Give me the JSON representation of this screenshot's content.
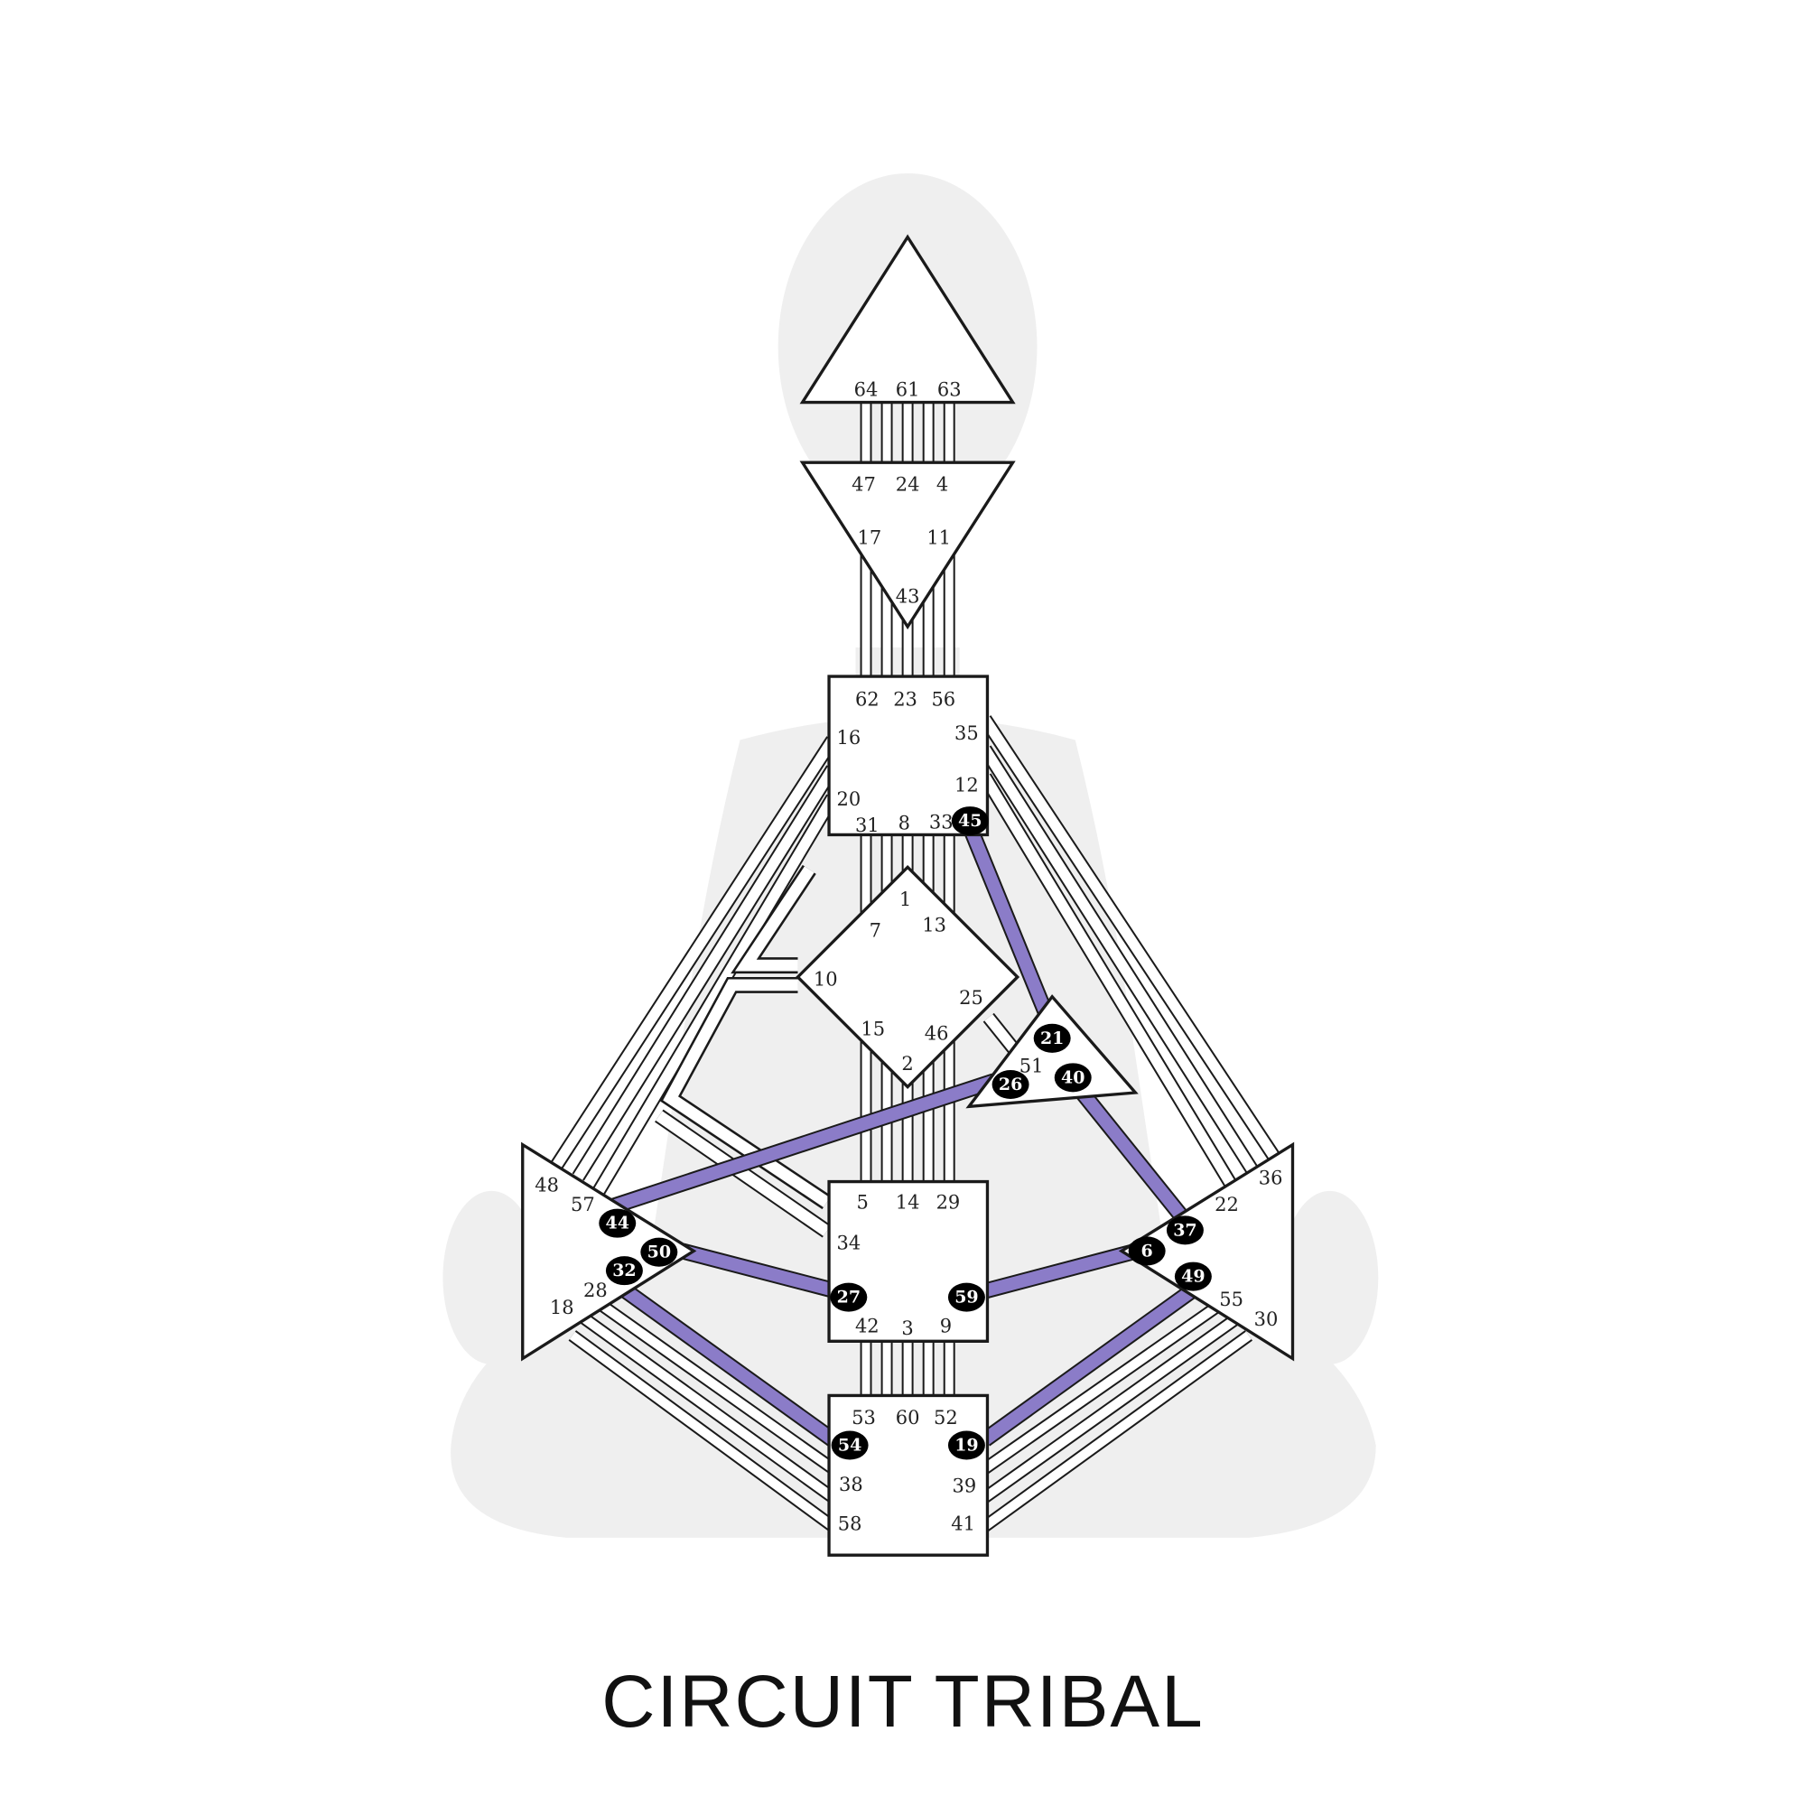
{
  "title": "CIRCUIT TRIBAL",
  "colors": {
    "active_channel": "#8b7cc8",
    "active_channel_highlight": "#b9aee6",
    "body_silhouette": "#efefef",
    "outline": "#1a1a1a",
    "active_gate": "#000000"
  },
  "centers": [
    {
      "name": "head",
      "gates": [
        "64",
        "61",
        "63"
      ]
    },
    {
      "name": "ajna",
      "gates": [
        "47",
        "24",
        "4",
        "17",
        "11",
        "43"
      ]
    },
    {
      "name": "throat",
      "gates": [
        "62",
        "23",
        "56",
        "16",
        "35",
        "20",
        "12",
        "31",
        "8",
        "33",
        "45"
      ]
    },
    {
      "name": "g",
      "gates": [
        "1",
        "7",
        "13",
        "10",
        "25",
        "15",
        "46",
        "2"
      ]
    },
    {
      "name": "heart",
      "gates": [
        "21",
        "51",
        "26",
        "40"
      ]
    },
    {
      "name": "spleen",
      "gates": [
        "48",
        "57",
        "44",
        "50",
        "32",
        "28",
        "18"
      ]
    },
    {
      "name": "sacral",
      "gates": [
        "5",
        "14",
        "29",
        "34",
        "27",
        "59",
        "42",
        "3",
        "9"
      ]
    },
    {
      "name": "solar-plexus",
      "gates": [
        "36",
        "22",
        "37",
        "6",
        "49",
        "55",
        "30"
      ]
    },
    {
      "name": "root",
      "gates": [
        "53",
        "60",
        "52",
        "54",
        "19",
        "38",
        "39",
        "58",
        "41"
      ]
    }
  ],
  "active_gates": [
    "45",
    "21",
    "26",
    "40",
    "44",
    "50",
    "32",
    "27",
    "59",
    "37",
    "6",
    "49",
    "54",
    "19"
  ],
  "active_channels": [
    [
      "45",
      "21"
    ],
    [
      "26",
      "44"
    ],
    [
      "50",
      "27"
    ],
    [
      "32",
      "54"
    ],
    [
      "59",
      "6"
    ],
    [
      "37",
      "40"
    ],
    [
      "49",
      "19"
    ]
  ]
}
